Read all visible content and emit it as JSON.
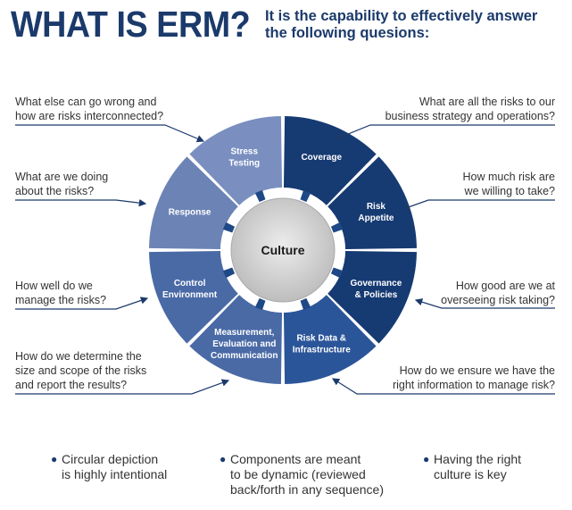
{
  "header": {
    "title": "WHAT IS ERM?",
    "subtitle_line1": "It is the capability to effectively answer",
    "subtitle_line2": "the following quesions:"
  },
  "wheel": {
    "center": "Culture",
    "segments": [
      {
        "id": "coverage",
        "lines": [
          "Coverage"
        ],
        "color": "#163a72"
      },
      {
        "id": "risk-appetite",
        "lines": [
          "Risk",
          "Appetite"
        ],
        "color": "#163a72"
      },
      {
        "id": "governance",
        "lines": [
          "Governance",
          "& Policies"
        ],
        "color": "#163a72"
      },
      {
        "id": "risk-data",
        "lines": [
          "Risk Data &",
          "Infrastructure"
        ],
        "color": "#2b5599"
      },
      {
        "id": "measurement",
        "lines": [
          "Measurement,",
          "Evaluation and",
          "Communication"
        ],
        "color": "#4a6aa6"
      },
      {
        "id": "control",
        "lines": [
          "Control",
          "Environment"
        ],
        "color": "#4a6aa6"
      },
      {
        "id": "response",
        "lines": [
          "Response"
        ],
        "color": "#6c83b5"
      },
      {
        "id": "stress",
        "lines": [
          "Stress",
          "Testing"
        ],
        "color": "#7a8fc0"
      }
    ]
  },
  "questions": {
    "q_what_else": [
      "What else can go wrong and",
      "how are risks interconnected?"
    ],
    "q_all_risks": [
      "What are all the risks to our",
      "business strategy and operations?"
    ],
    "q_doing": [
      "What are we doing",
      "about the risks?"
    ],
    "q_how_much": [
      "How much risk are",
      "we willing to take?"
    ],
    "q_how_well": [
      "How well do we",
      "manage the risks?"
    ],
    "q_how_good": [
      "How good are we at",
      "overseeing risk taking?"
    ],
    "q_determine": [
      "How do we determine the",
      "size and scope of the risks",
      "and report the results?"
    ],
    "q_ensure": [
      "How do we ensure we have the",
      "right information to manage risk?"
    ]
  },
  "bullets": [
    [
      "Circular depiction",
      "is highly intentional"
    ],
    [
      "Components are meant",
      "to be dynamic (reviewed",
      "back/forth in any sequence)"
    ],
    [
      "Having the right",
      "culture is key"
    ]
  ]
}
